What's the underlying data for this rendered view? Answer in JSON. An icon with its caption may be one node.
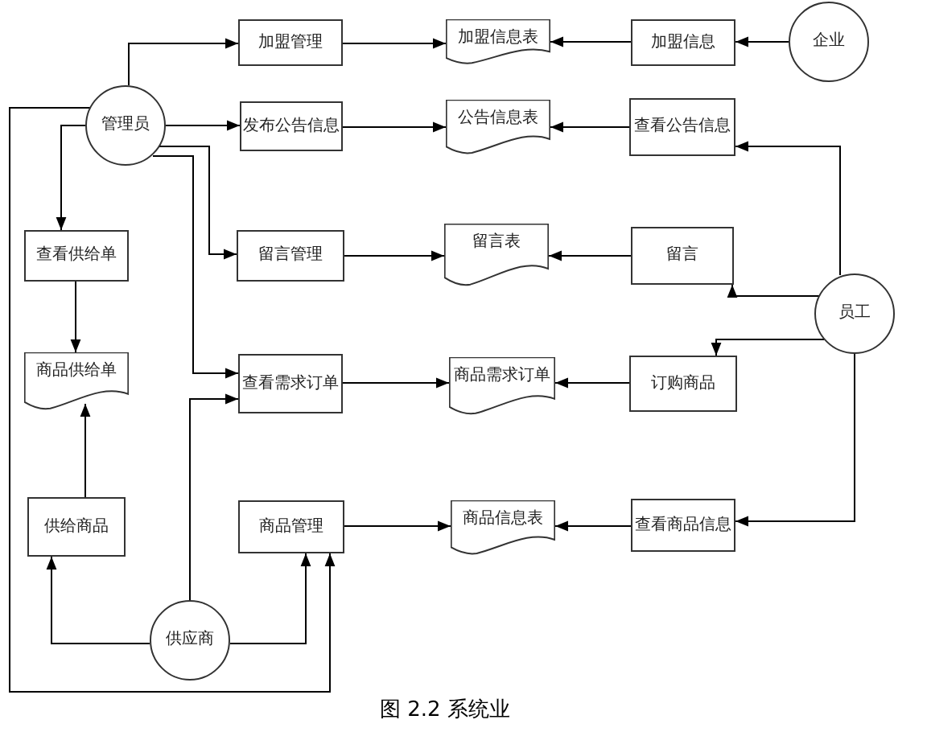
{
  "diagram": {
    "caption": "图 2.2 系统业",
    "nodes": [
      {
        "text": [
          "管理员"
        ]
      },
      {
        "text": [
          "加盟管理"
        ]
      },
      {
        "text": [
          "加盟信息表"
        ]
      },
      {
        "text": [
          "加盟信息"
        ]
      },
      {
        "text": [
          "企业"
        ]
      },
      {
        "text": [
          "发布公告信息"
        ]
      },
      {
        "text": [
          "公告信息表"
        ]
      },
      {
        "text": [
          "查看公告信息"
        ]
      },
      {
        "text": [
          "查看供给单"
        ]
      },
      {
        "text": [
          "留言管理"
        ]
      },
      {
        "text": [
          "留言表"
        ]
      },
      {
        "text": [
          "留言"
        ]
      },
      {
        "text": [
          "员工"
        ]
      },
      {
        "text": [
          "商品供给单"
        ]
      },
      {
        "text": [
          "查看需求订单"
        ]
      },
      {
        "text": [
          "商品需求订单"
        ]
      },
      {
        "text": [
          "订购商品"
        ]
      },
      {
        "text": [
          "供给商品"
        ]
      },
      {
        "text": [
          "商品管理"
        ]
      },
      {
        "text": [
          "商品信息表"
        ]
      },
      {
        "text": [
          "查看商品信息"
        ]
      },
      {
        "text": [
          "供应商"
        ]
      }
    ],
    "edges": [
      {
        "from": 0,
        "to": 1,
        "arrow": "to"
      },
      {
        "from": 1,
        "to": 2,
        "arrow": "to"
      },
      {
        "from": 4,
        "to": 3,
        "arrow": "to"
      },
      {
        "from": 3,
        "to": 2,
        "arrow": "to"
      },
      {
        "from": 0,
        "to": 5,
        "arrow": "to"
      },
      {
        "from": 5,
        "to": 6,
        "arrow": "to"
      },
      {
        "from": 12,
        "to": 7,
        "arrow": "to"
      },
      {
        "from": 7,
        "to": 6,
        "arrow": "to"
      },
      {
        "from": 0,
        "to": 8,
        "arrow": "to"
      },
      {
        "from": 8,
        "to": 13,
        "arrow": "to"
      },
      {
        "from": 0,
        "to": 9,
        "arrow": "to"
      },
      {
        "from": 9,
        "to": 10,
        "arrow": "to"
      },
      {
        "from": 12,
        "to": 11,
        "arrow": "to"
      },
      {
        "from": 11,
        "to": 10,
        "arrow": "to"
      },
      {
        "from": 0,
        "to": 14,
        "arrow": "to"
      },
      {
        "from": 21,
        "to": 14,
        "arrow": "to"
      },
      {
        "from": 14,
        "to": 15,
        "arrow": "to"
      },
      {
        "from": 12,
        "to": 16,
        "arrow": "to"
      },
      {
        "from": 16,
        "to": 15,
        "arrow": "to"
      },
      {
        "from": 21,
        "to": 17,
        "arrow": "to"
      },
      {
        "from": 17,
        "to": 13,
        "arrow": "to"
      },
      {
        "from": 21,
        "to": 18,
        "arrow": "to"
      },
      {
        "from": 0,
        "to": 18,
        "arrow": "to"
      },
      {
        "from": 18,
        "to": 19,
        "arrow": "to"
      },
      {
        "from": 12,
        "to": 20,
        "arrow": "to"
      },
      {
        "from": 20,
        "to": 19,
        "arrow": "to"
      }
    ]
  }
}
